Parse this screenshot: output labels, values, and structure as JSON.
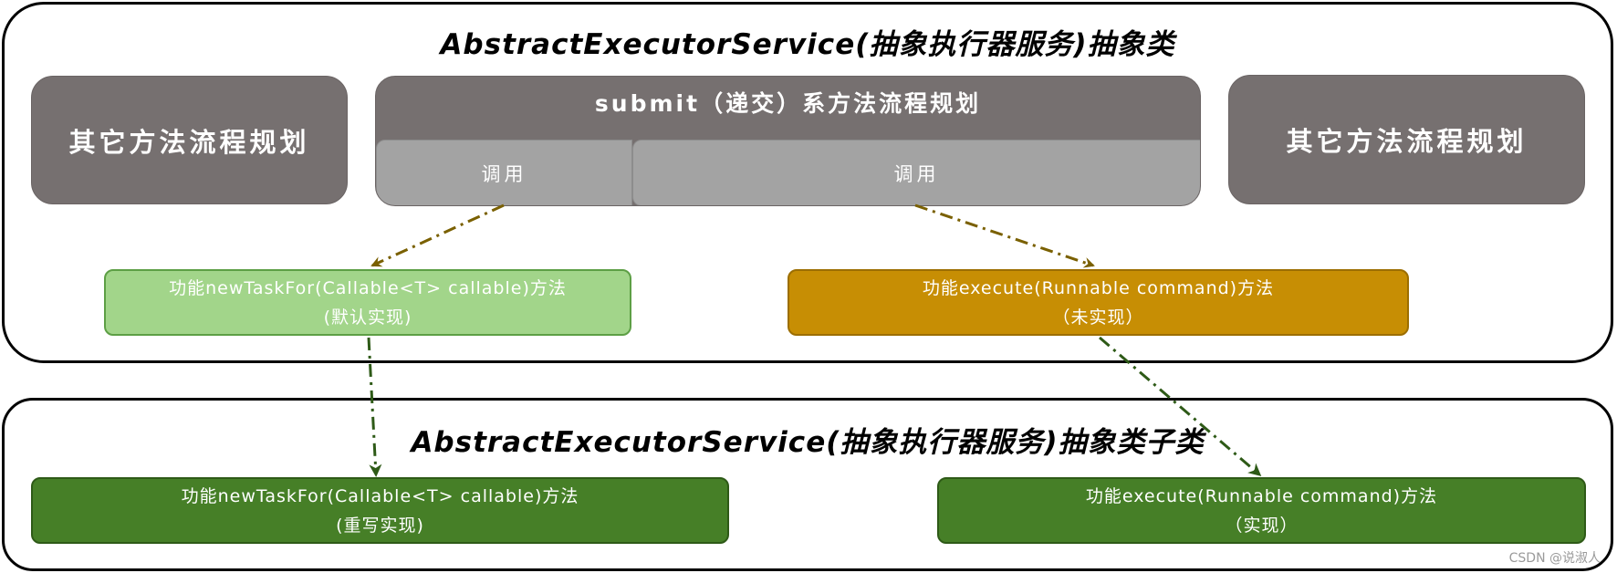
{
  "parent_container": {
    "title": "AbstractExecutorService(抽象执行器服务)抽象类",
    "other_left_label": "其它方法流程规划",
    "other_right_label": "其它方法流程规划",
    "submit_group": {
      "title": "submit（递交）系方法流程规划",
      "call_left_label": "调用",
      "call_right_label": "调用"
    },
    "newtask_box": {
      "line1": "功能newTaskFor(Callable<T>  callable)方法",
      "line2": "(默认实现)",
      "color": "#a2d58a"
    },
    "execute_box": {
      "line1": "功能execute(Runnable  command)方法",
      "line2": "（未实现）",
      "color": "#c78e04"
    }
  },
  "child_container": {
    "title": "AbstractExecutorService(抽象执行器服务)抽象类子类",
    "newtask_box": {
      "line1": "功能newTaskFor(Callable<T>  callable)方法",
      "line2": "(重写实现)",
      "color": "#467f27"
    },
    "execute_box": {
      "line1": "功能execute(Runnable  command)方法",
      "line2": "（实现）",
      "color": "#467f27"
    }
  },
  "arrow_colors": {
    "call": "#7a6000",
    "override": "#2e5a17"
  },
  "watermark": "CSDN @说淑人"
}
